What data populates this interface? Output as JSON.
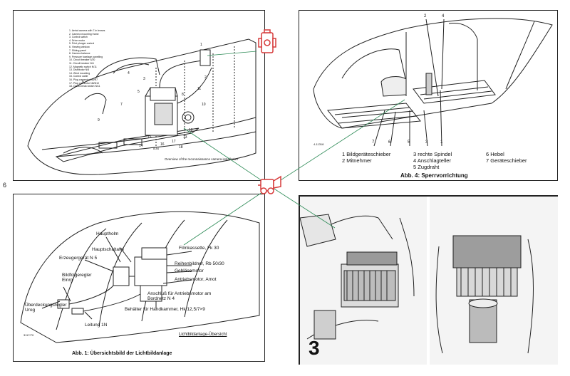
{
  "page_number": "6",
  "panels": {
    "top_left": {
      "caption": "Overview of the reconnaissance camera installation",
      "parts": [
        "1. Aerial camera with 7-in lenses",
        "2. Camera mounting frame",
        "3. Control switch",
        "4. Drive motor",
        "5. Print plunger control",
        "6. Viewing window",
        "7. Sliding panel",
        "8. Camera balance",
        "9. Pressure fuselage panelling",
        "10. Circuit breaker 4/20",
        "11. Circuit breaker N/4",
        "12. Magnetic switch N/11",
        "13. Distributor N/6",
        "14. Wind mounting",
        "15. Control cable",
        "16. Plug connector N8/N7",
        "17. Plug connector N8/N10",
        "18. Quick-break switch N/11"
      ],
      "callouts": [
        "1",
        "2",
        "3",
        "4",
        "5",
        "6",
        "7",
        "8",
        "9",
        "10",
        "11",
        "12",
        "13",
        "14",
        "15",
        "16",
        "17",
        "18"
      ],
      "part_no": "8-84"
    },
    "top_right": {
      "title": "Abb. 4: Sperrvorrichtung",
      "top_numbers": [
        "2",
        "4"
      ],
      "bottom_numbers": [
        "7",
        "6",
        "5",
        "3",
        "1"
      ],
      "code": "4-11318",
      "legend": [
        [
          "1 Bildgeräteschieber",
          "3 rechte Spindel",
          "6 Hebel"
        ],
        [
          "2 Mitnehmer",
          "4 Anschlagteller",
          "7 Geräteschieber"
        ],
        [
          "",
          "5 Zugdraht",
          ""
        ]
      ]
    },
    "bottom_left": {
      "title": "Abb. 1: Übersichtsbild der Lichtbildanlage",
      "subtitle": "Lichtbildanlage-Übersicht",
      "code": "3117/70",
      "labels": [
        "Hauptholm",
        "Hauptschaltafel",
        "Erzeugergerät N 5",
        "Bildfolgeregler Einrg",
        "Überdeckungsregler Urog",
        "Leitung 1N",
        "Behälter für Handkammer, Hk 12,5/7×9",
        "Anschluß für Antriebsmotor am Bordnetz N 4",
        "Antriebsmotor, Amot",
        "Gebläsemotor",
        "Reihenbildner, Rb 50/30",
        "Filmkassette, Fk 30"
      ]
    },
    "bottom_right": {
      "number": "3"
    }
  },
  "colors": {
    "camera_icon": "#d63a3a",
    "connector_line": "#2e8b57",
    "ink": "#111111"
  }
}
